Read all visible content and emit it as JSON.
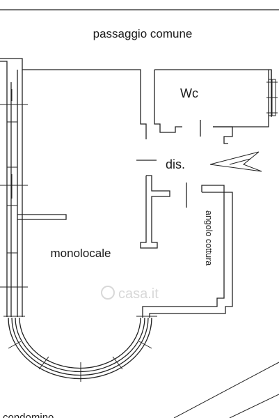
{
  "labels": {
    "corridor": "passaggio comune",
    "wc": "Wc",
    "hall": "dis.",
    "kitchen": "angolo cottura",
    "studio": "monolocale",
    "bottom": "condomino"
  },
  "watermark": "casa.it",
  "colors": {
    "ink": "#222222",
    "watermark": "#d8d8d8",
    "background": "#ffffff"
  },
  "icons": {
    "entrance": "entrance-arrow-icon",
    "watermark": "casa-logo-icon"
  }
}
